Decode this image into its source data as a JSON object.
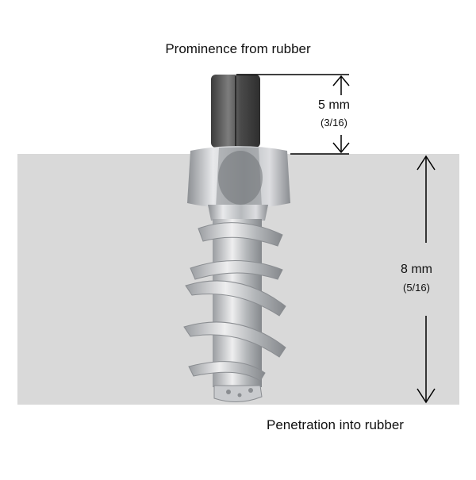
{
  "labels": {
    "top_title": "Prominence from rubber",
    "bottom_title": "Penetration into rubber"
  },
  "dimensions": {
    "prominence": {
      "value": "5 mm",
      "fraction": "(3/16)"
    },
    "penetration": {
      "value": "8 mm",
      "fraction": "(5/16)"
    }
  },
  "colors": {
    "rubber": "#d9d9d9",
    "background": "#ffffff",
    "stud_metal": "#c4c6c9",
    "carbide_pin": "#5a5a5a",
    "dimension_lines": "#000000"
  },
  "icons": {
    "stud": "screw-stud-illustration"
  }
}
